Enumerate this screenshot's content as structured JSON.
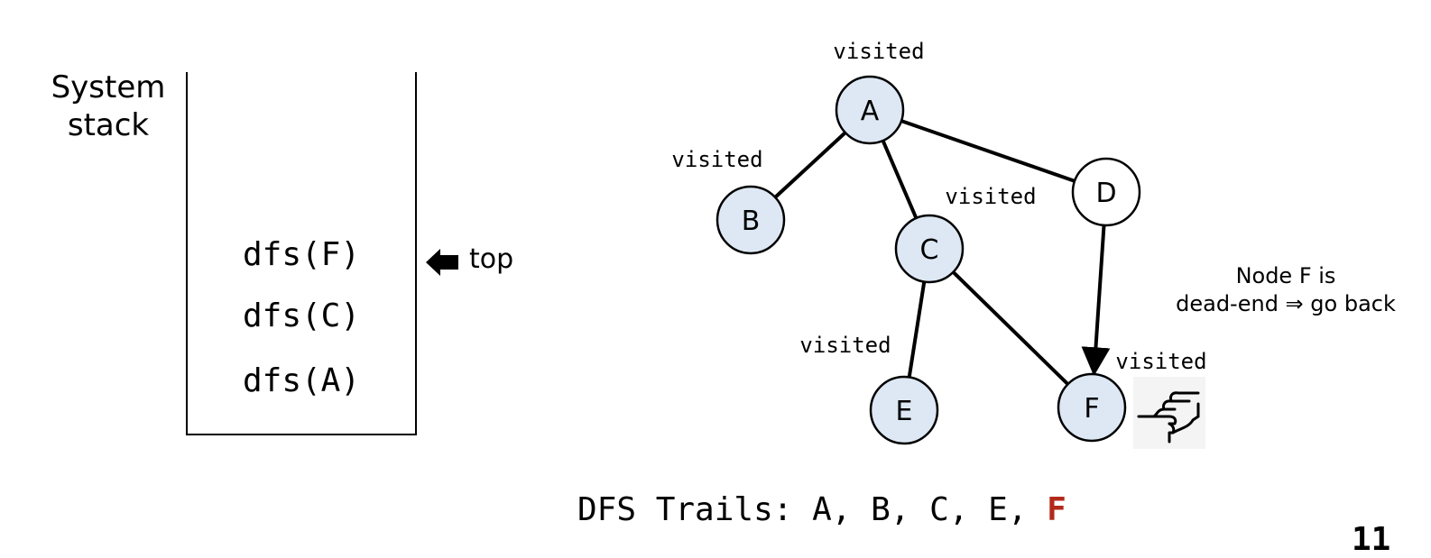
{
  "stack": {
    "title_line1": "System",
    "title_line2": "stack",
    "frames": [
      "dfs(F)",
      "dfs(C)",
      "dfs(A)"
    ],
    "top_label": "top"
  },
  "graph": {
    "nodes": [
      {
        "id": "A",
        "label": "A",
        "status": "visited",
        "visited": true
      },
      {
        "id": "B",
        "label": "B",
        "status": "visited",
        "visited": true
      },
      {
        "id": "C",
        "label": "C",
        "status": "visited",
        "visited": true
      },
      {
        "id": "D",
        "label": "D",
        "status": "",
        "visited": false
      },
      {
        "id": "E",
        "label": "E",
        "status": "visited",
        "visited": true
      },
      {
        "id": "F",
        "label": "F",
        "status": "visited",
        "visited": true
      }
    ],
    "edges": [
      {
        "from": "A",
        "to": "B",
        "directed": false
      },
      {
        "from": "A",
        "to": "C",
        "directed": false
      },
      {
        "from": "A",
        "to": "D",
        "directed": false
      },
      {
        "from": "C",
        "to": "E",
        "directed": false
      },
      {
        "from": "C",
        "to": "F",
        "directed": false
      },
      {
        "from": "D",
        "to": "F",
        "directed": true
      }
    ],
    "colors": {
      "visited_fill": "#dde8f4",
      "unvisited_fill": "#ffffff"
    }
  },
  "note": {
    "line1": "Node F is",
    "line2": "dead-end ⇒ go back"
  },
  "trail": {
    "prefix": "DFS Trails: A, B, C, E, ",
    "highlight": "F",
    "highlight_color": "#b22a1a"
  },
  "page_number": "11"
}
